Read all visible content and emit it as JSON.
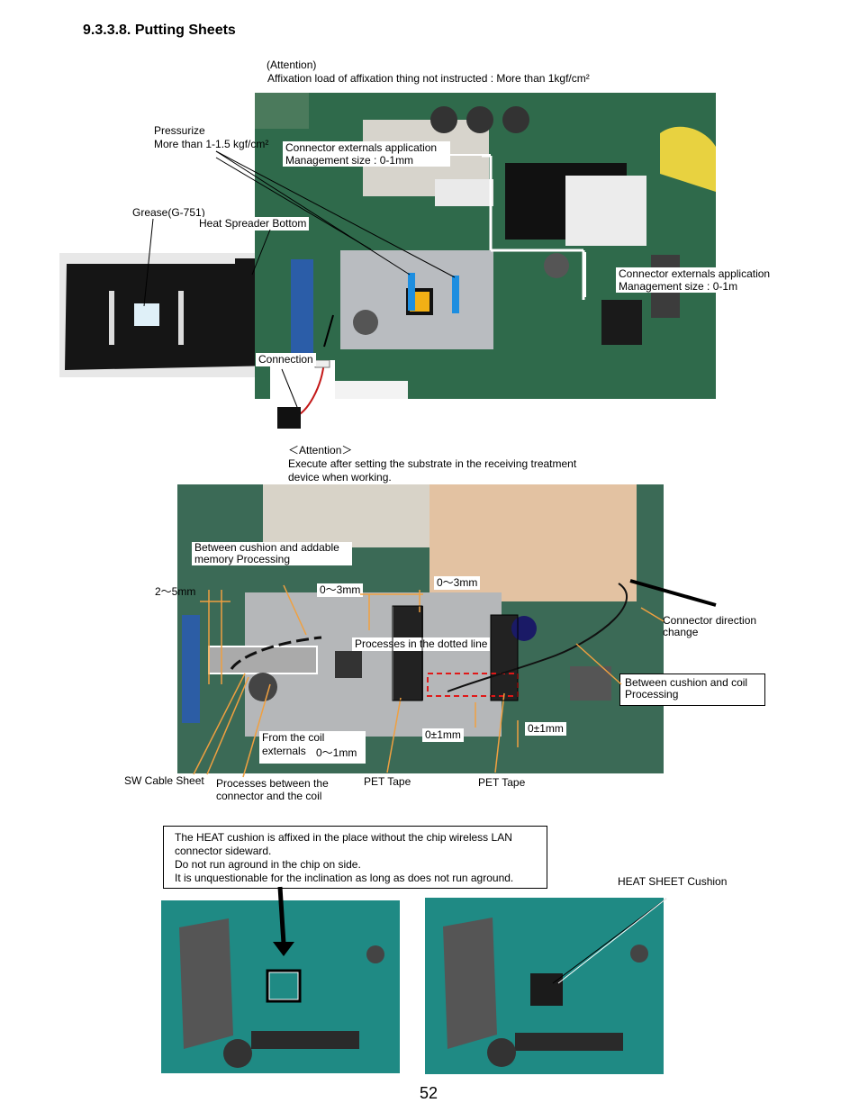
{
  "section_title": "9.3.3.8.  Putting Sheets",
  "fig1": {
    "attention_heading": "(Attention)",
    "attention_text": "Affixation load of affixation thing not instructed : More than  1kgf/cm²",
    "pressurize_1": "Pressurize",
    "pressurize_2": "More than 1-1.5 kgf/cm²",
    "grease": "Grease(G-751)",
    "heat_spreader": "Heat Spreader Bottom",
    "conn_app_top_1": "Connector externals application",
    "conn_app_top_2": "Management size : 0-1mm",
    "conn_app_right_1": "Connector externals application",
    "conn_app_right_2": "Management size : 0-1m",
    "connection": "Connection"
  },
  "fig2": {
    "attention_heading": "＜Attention＞",
    "attention_line1": "Execute after setting the substrate in the receiving treatment",
    "attention_line2": "device when working.",
    "between_cushion_memory_1": "Between cushion and addable",
    "between_cushion_memory_2": "memory Processing",
    "dim_2_5": "2～5mm",
    "dim_0_3_a": "0～3mm",
    "dim_0_3_b": "0～3mm",
    "dotted_line": "Processes in the dotted line",
    "connector_direction_1": "Connector direction",
    "connector_direction_2": "change",
    "between_cushion_coil_1": "Between cushion and coil",
    "between_cushion_coil_2": "Processing",
    "dim_pm1_a": "0±1mm",
    "dim_pm1_b": "0±1mm",
    "from_coil_1": "From the coil",
    "from_coil_2": "externals",
    "dim_0_1": "0～1mm",
    "sw_cable": "SW Cable Sheet",
    "processes_between_1": "Processes between the",
    "processes_between_2": "connector and the coil",
    "pet_tape_a": "PET Tape",
    "pet_tape_b": "PET Tape"
  },
  "fig3": {
    "note_1": "The HEAT cushion is affixed in the place without the chip wireless LAN",
    "note_2": "connector sideward.",
    "note_3": "Do not run aground in the chip on side.",
    "note_4": "It is unquestionable for the inclination as long as does not run aground.",
    "heat_sheet": "HEAT SHEET Cushion"
  },
  "page_number": "52"
}
